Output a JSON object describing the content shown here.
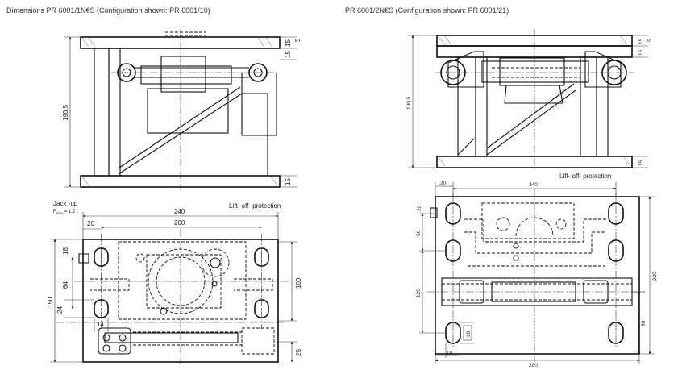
{
  "titles": {
    "left": "Dimensions PR 6001/1N€S (Configuration shown: PR 6001/10)",
    "right": "PR 6001/2N€S (Configuration shown: PR 6001/21)"
  },
  "left_top": {
    "height": "190.5",
    "d15_top": "15",
    "d5": "5",
    "d15_mid": "15",
    "d15_bottom": "15"
  },
  "left_bottom": {
    "jack_up": "Jack -up",
    "fmax": "F",
    "fmax_sub": "max",
    "fmax_value": " = 1,2 t",
    "lift_off": "Lift- off- protection",
    "d240": "240",
    "d200": "200",
    "d20": "20",
    "d18": "18",
    "d64": "64",
    "d150": "150",
    "d24": "24",
    "d14": "14",
    "d100": "100",
    "d25": "25"
  },
  "right_top": {
    "height": "190.5",
    "d5": "5",
    "d15_top": "15",
    "d15_mid": "15",
    "d15_bottom": "15",
    "lift_off": "Lift- off- protection"
  },
  "right_bottom": {
    "d20_top": "20",
    "d240": "240",
    "d20_side": "20",
    "d60": "60",
    "d120": "120",
    "d220": "220",
    "d80": "80",
    "d28": "28",
    "d18": "18",
    "d280": "280"
  }
}
